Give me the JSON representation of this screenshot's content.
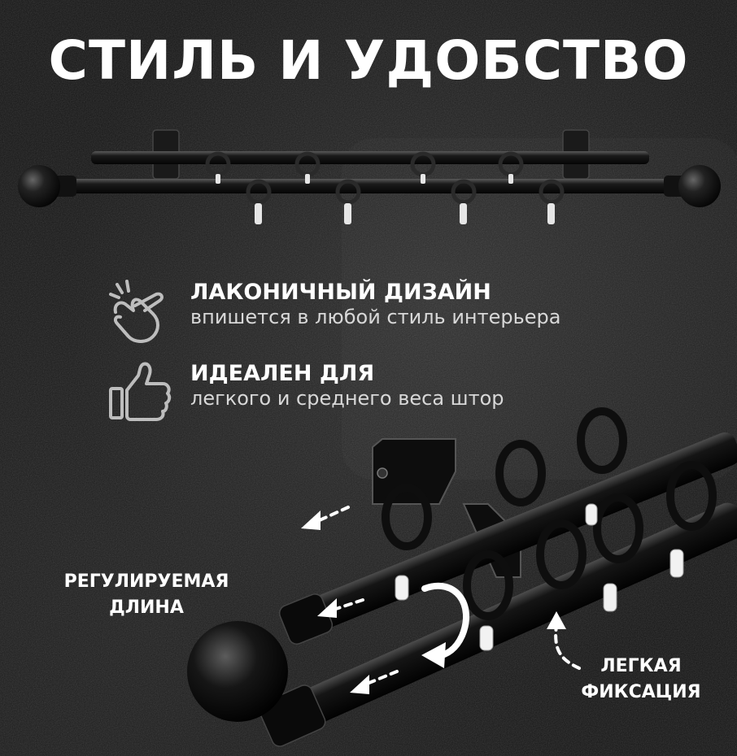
{
  "title": "СТИЛЬ И УДОБСТВО",
  "features": [
    {
      "icon": "hand-snap-icon",
      "heading": "ЛАКОНИЧНЫЙ ДИЗАЙН",
      "description": "впишется в любой стиль интерьера"
    },
    {
      "icon": "thumbs-up-icon",
      "heading": "ИДЕАЛЕН ДЛЯ",
      "description": "легкого и среднего веса штор"
    }
  ],
  "callouts": {
    "adjustable_length": [
      "РЕГУЛИРУЕМАЯ",
      "ДЛИНА"
    ],
    "easy_fixing": [
      "ЛЕГКАЯ",
      "ФИКСАЦИЯ"
    ]
  },
  "colors": {
    "background": "#151515",
    "text": "#ffffff",
    "subtext": "#d8d8d8",
    "rod": "#0c0c0c"
  }
}
